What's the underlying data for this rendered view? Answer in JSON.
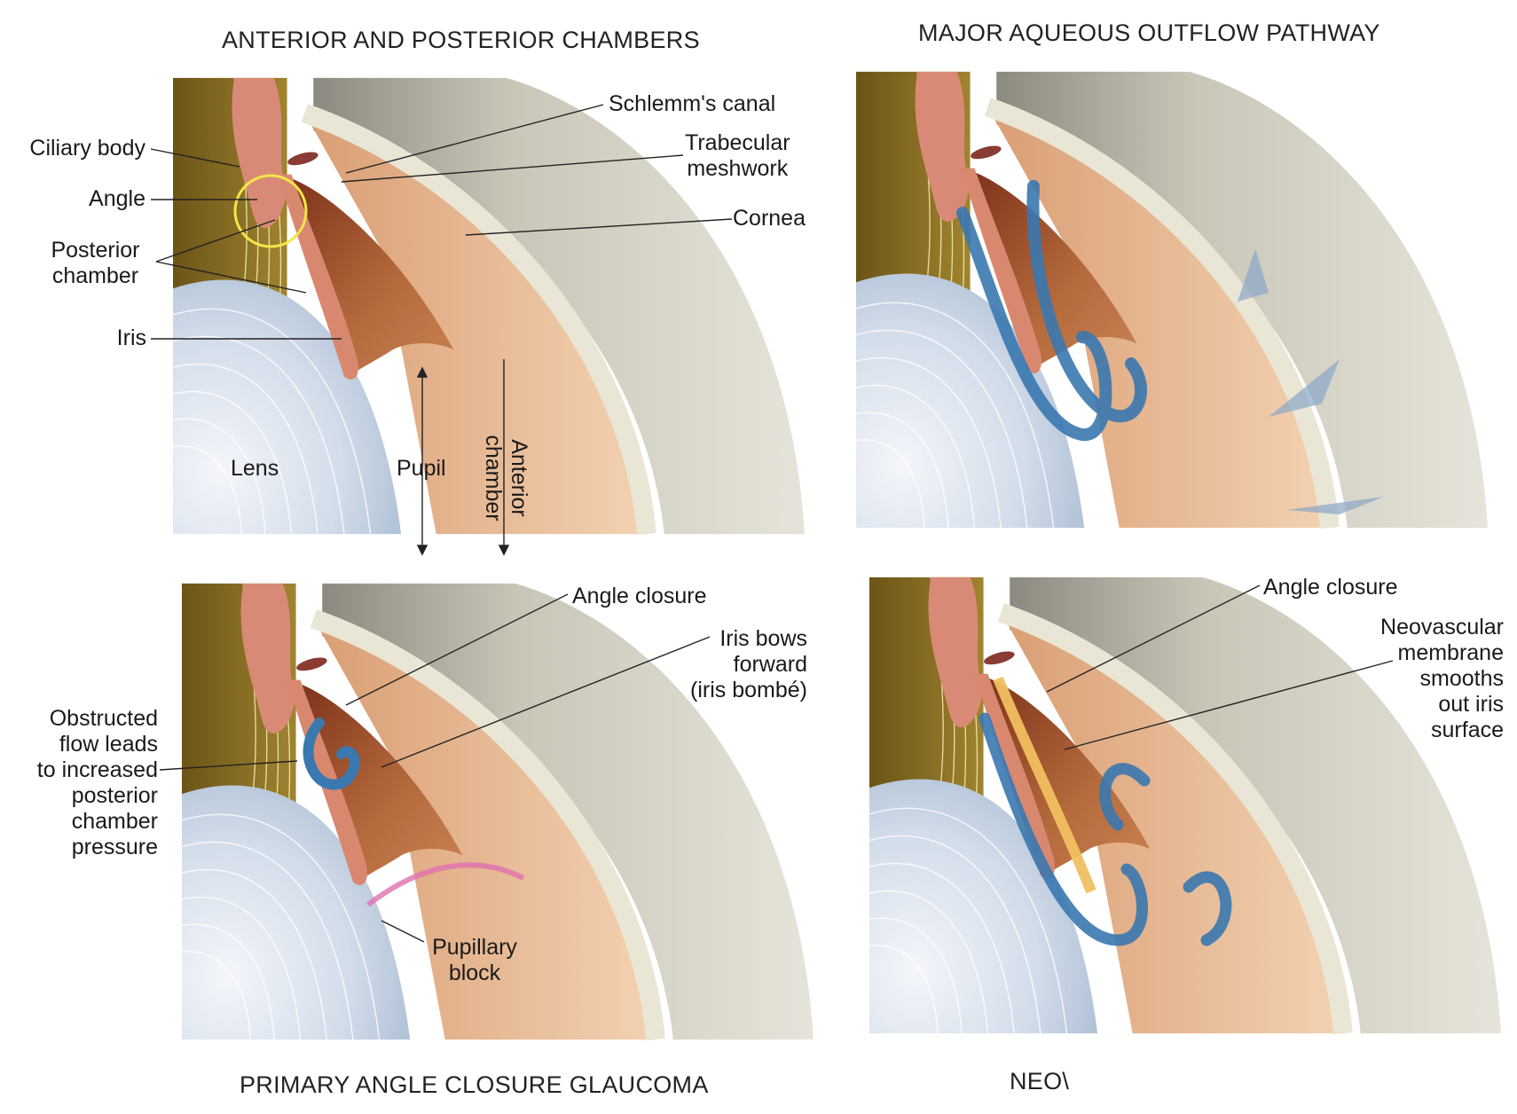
{
  "panels": {
    "top_left": {
      "title": "ANTERIOR AND POSTERIOR CHAMBERS",
      "labels": {
        "schlemms_canal": "Schlemm's canal",
        "trabecular_meshwork": "Trabecular\nmeshwork",
        "cornea": "Cornea",
        "ciliary_body": "Ciliary body",
        "angle": "Angle",
        "posterior_chamber": "Posterior\nchamber",
        "iris": "Iris",
        "lens": "Lens",
        "pupil": "Pupil",
        "anterior_chamber": "Anterior\nchamber"
      }
    },
    "top_right": {
      "title": "MAJOR AQUEOUS OUTFLOW PATHWAY"
    },
    "bottom_left": {
      "title": "PRIMARY ANGLE CLOSURE GLAUCOMA",
      "labels": {
        "angle_closure": "Angle closure",
        "iris_bows": "Iris bows\nforward\n(iris bombé)",
        "obstructed_flow": "Obstructed\nflow leads\nto increased\nposterior\nchamber\npressure",
        "pupillary_block": "Pupillary\nblock"
      }
    },
    "bottom_right": {
      "title": "NEO\\",
      "labels": {
        "angle_closure": "Angle closure",
        "neovascular": "Neovascular\nmembrane\nsmooths\nout iris\nsurface"
      }
    }
  },
  "colors": {
    "highlight_circle": "#f2e64a",
    "cornea": "#c8c4b4",
    "iris": "#a85a34",
    "ciliary": "#d88a72",
    "lens": "#c6d4e4",
    "flow_arrow": "#3a78b0"
  }
}
